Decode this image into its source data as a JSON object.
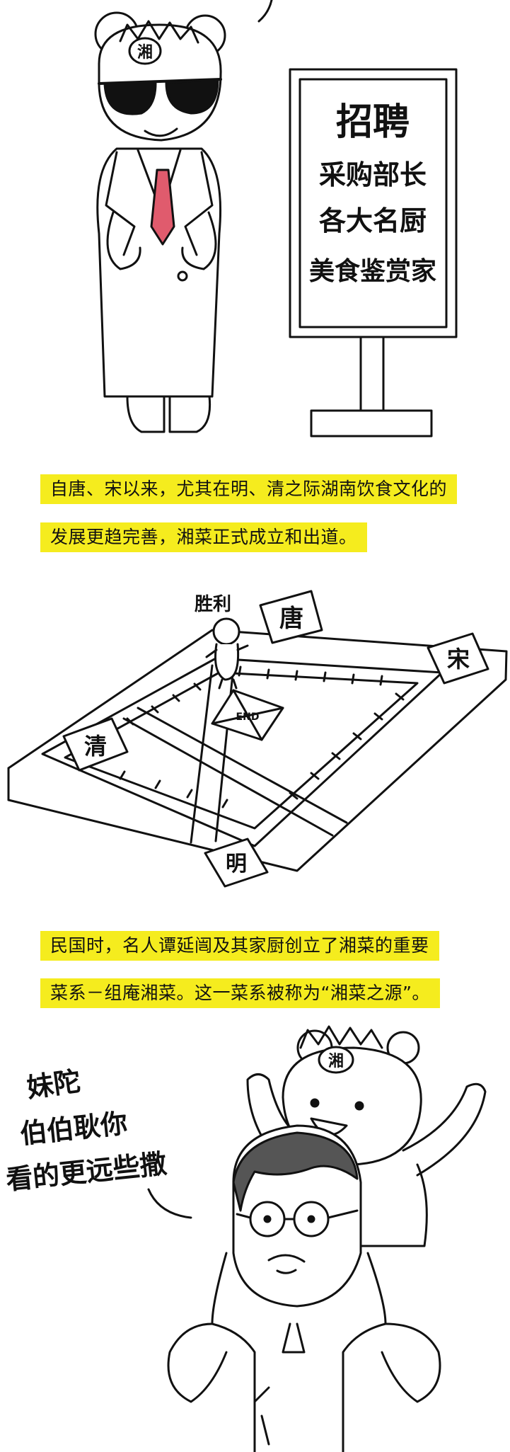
{
  "sign": {
    "lines": [
      "招聘",
      "采购部长",
      "各大名厨",
      "美食鉴赏家"
    ]
  },
  "badge": "湘",
  "captions": {
    "panel1": [
      "自唐、宋以来，尤其在明、清之际湖南饮食文化的",
      "发展更趋完善，湘菜正式成立和出道。"
    ],
    "panel2": [
      "民国时，名人谭延闿及其家厨创立了湘菜的重要",
      "菜系－组庵湘菜。这一菜系被称为“湘菜之源”。"
    ]
  },
  "board": {
    "victory_label": "胜利",
    "tiles": {
      "top": "唐",
      "right": "宋",
      "left": "清",
      "bottom": "明"
    },
    "center_label": "END"
  },
  "speech": [
    "妹陀",
    "伯伯耿你",
    "看的更远些撒"
  ]
}
